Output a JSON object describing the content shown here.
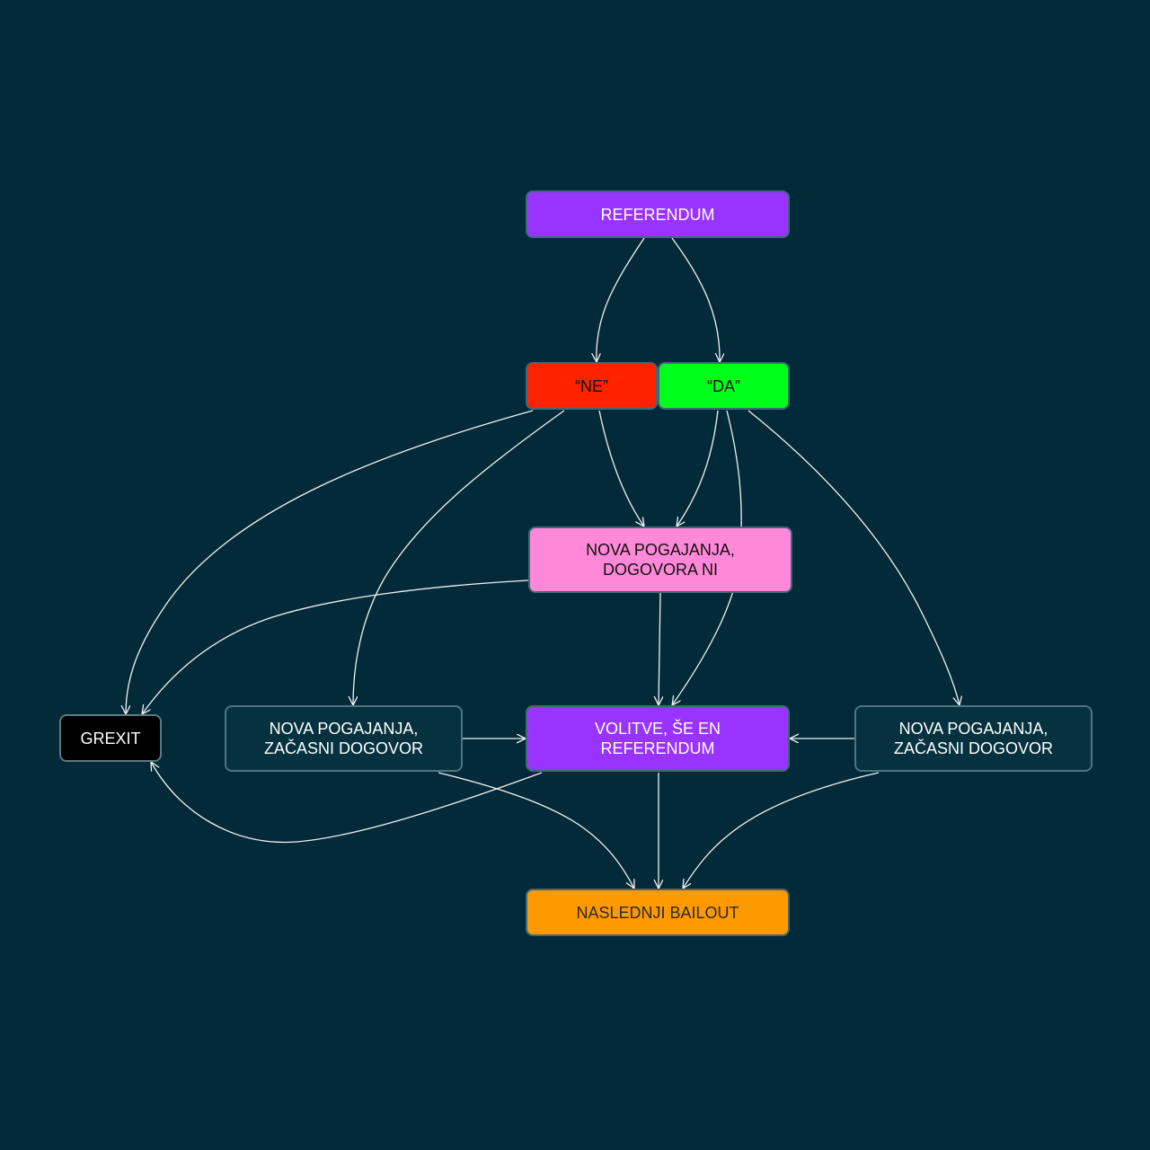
{
  "nodes": {
    "referendum": "REFERENDUM",
    "ne": "“NE”",
    "da": "“DA”",
    "nova_no_deal": {
      "line1": "NOVA POGAJANJA,",
      "line2": "DOGOVORA NI"
    },
    "grexit": "GREXIT",
    "interim_left": {
      "line1": "NOVA POGAJANJA,",
      "line2": "ZAČASNI DOGOVOR"
    },
    "elections": {
      "line1": "VOLITVE, ŠE EN",
      "line2": "REFERENDUM"
    },
    "interim_right": {
      "line1": "NOVA POGAJANJA,",
      "line2": "ZAČASNI DOGOVOR"
    },
    "bailout": "NASLEDNJI BAILOUT"
  },
  "edges": [
    {
      "from": "referendum",
      "to": "ne"
    },
    {
      "from": "referendum",
      "to": "da"
    },
    {
      "from": "ne",
      "to": "grexit"
    },
    {
      "from": "ne",
      "to": "interim_left"
    },
    {
      "from": "ne",
      "to": "nova_no_deal"
    },
    {
      "from": "da",
      "to": "nova_no_deal"
    },
    {
      "from": "da",
      "to": "elections"
    },
    {
      "from": "da",
      "to": "interim_right"
    },
    {
      "from": "nova_no_deal",
      "to": "grexit"
    },
    {
      "from": "nova_no_deal",
      "to": "elections"
    },
    {
      "from": "interim_left",
      "to": "elections"
    },
    {
      "from": "interim_right",
      "to": "elections"
    },
    {
      "from": "elections",
      "to": "grexit"
    },
    {
      "from": "elections",
      "to": "bailout"
    },
    {
      "from": "interim_left",
      "to": "bailout"
    },
    {
      "from": "interim_right",
      "to": "bailout"
    }
  ],
  "colors": {
    "background": "#022a38",
    "referendum": "#9933ff",
    "ne": "#ff2200",
    "da": "#00ff1a",
    "nova_no_deal": "#ff88d8",
    "grexit": "#000000",
    "interim": "#06323f",
    "elections": "#9933ff",
    "bailout": "#ff9900",
    "edge": "#f2f2f2"
  }
}
